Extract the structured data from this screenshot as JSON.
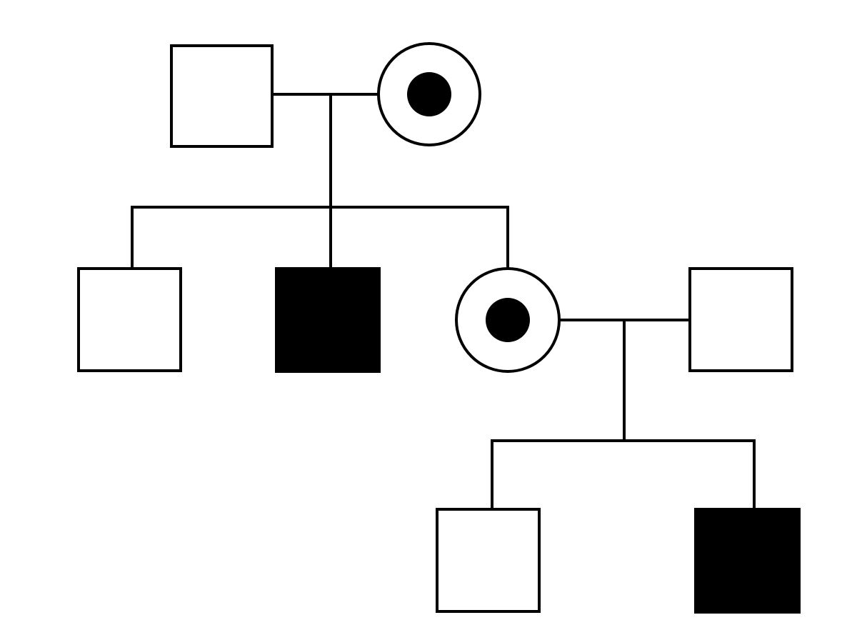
{
  "pedigree": {
    "colors": {
      "stroke": "#000000",
      "affected_fill": "#000000",
      "unaffected_fill": "#ffffff",
      "carrier_dot": "#000000"
    },
    "individuals": {
      "gen1_father": {
        "sex": "male",
        "status": "unaffected"
      },
      "gen1_mother": {
        "sex": "female",
        "status": "carrier"
      },
      "gen2_son1": {
        "sex": "male",
        "status": "unaffected"
      },
      "gen2_son2": {
        "sex": "male",
        "status": "affected"
      },
      "gen2_daughter": {
        "sex": "female",
        "status": "carrier"
      },
      "gen2_spouse": {
        "sex": "male",
        "status": "unaffected"
      },
      "gen3_son1": {
        "sex": "male",
        "status": "unaffected"
      },
      "gen3_son2": {
        "sex": "male",
        "status": "affected"
      }
    }
  }
}
